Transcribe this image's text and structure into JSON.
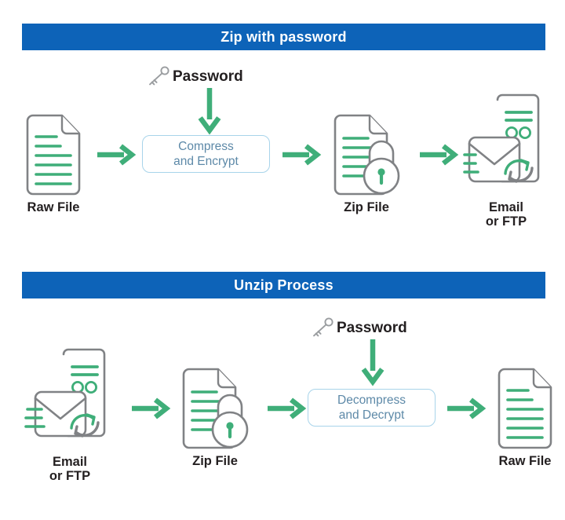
{
  "colors": {
    "banner_blue": "#0d63b8",
    "banner_text": "#ffffff",
    "accent_green": "#3fae79",
    "icon_gray": "#808285",
    "pill_border": "#a8d4ea",
    "pill_text": "#5d89a8",
    "label_text": "#231f20",
    "page_background": "#ffffff"
  },
  "sections": [
    {
      "id": "zip",
      "banner": "Zip with password",
      "password": {
        "label": "Password",
        "icon": "key-icon"
      },
      "steps": [
        {
          "id": "raw-file",
          "label": "Raw File",
          "icon": "document-icon"
        },
        {
          "id": "process",
          "label": "Compress\nand Encrypt",
          "icon": "process-pill"
        },
        {
          "id": "zip-file",
          "label": "Zip File",
          "icon": "locked-document-icon"
        },
        {
          "id": "transport",
          "label": "Email\nor FTP",
          "icon": "email-ftp-icon"
        }
      ],
      "arrows": [
        {
          "id": "arrow-raw-to-process",
          "direction": "right"
        },
        {
          "id": "arrow-process-to-zip",
          "direction": "right"
        },
        {
          "id": "arrow-zip-to-transport",
          "direction": "right"
        },
        {
          "id": "arrow-password-to-process",
          "direction": "down"
        }
      ]
    },
    {
      "id": "unzip",
      "banner": "Unzip Process",
      "password": {
        "label": "Password",
        "icon": "key-icon"
      },
      "steps": [
        {
          "id": "transport",
          "label": "Email\nor FTP",
          "icon": "email-ftp-icon"
        },
        {
          "id": "zip-file",
          "label": "Zip File",
          "icon": "locked-document-icon"
        },
        {
          "id": "process",
          "label": "Decompress\nand Decrypt",
          "icon": "process-pill"
        },
        {
          "id": "raw-file",
          "label": "Raw File",
          "icon": "document-icon"
        }
      ],
      "arrows": [
        {
          "id": "arrow-transport-to-zip",
          "direction": "right"
        },
        {
          "id": "arrow-zip-to-process",
          "direction": "right"
        },
        {
          "id": "arrow-process-to-raw",
          "direction": "right"
        },
        {
          "id": "arrow-password-to-process",
          "direction": "down"
        }
      ]
    }
  ]
}
